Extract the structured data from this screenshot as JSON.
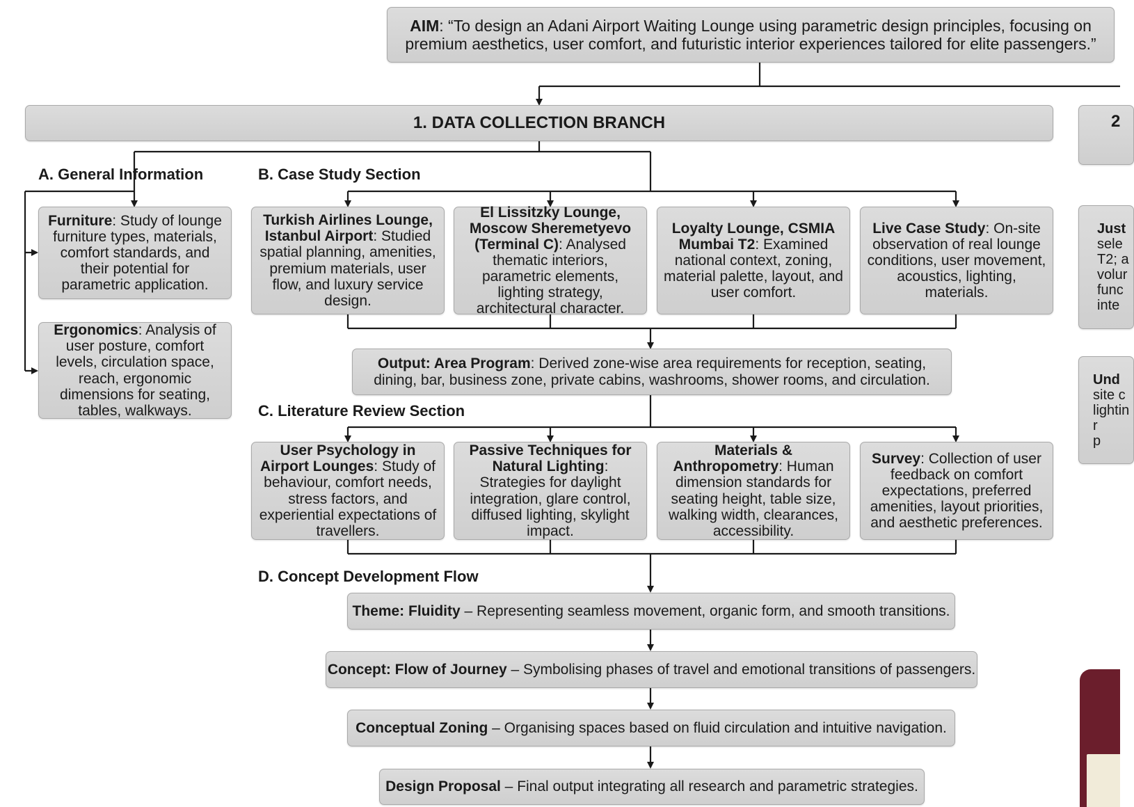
{
  "aim": {
    "lead": "AIM",
    "text": ": “To design an Adani Airport Waiting Lounge using parametric design principles, focusing on premium aesthetics, user comfort, and futuristic interior experiences tailored for elite passengers.”"
  },
  "branch1": {
    "title": "1. DATA COLLECTION BRANCH"
  },
  "branch2": {
    "title_fragment": "2"
  },
  "sections": {
    "a": "A. General Information",
    "b": "B. Case Study Section",
    "c": "C. Literature Review Section",
    "d": "D. Concept Development Flow"
  },
  "general": [
    {
      "lead": "Furniture",
      "text": ": Study of lounge furniture types, materials, comfort standards, and their potential for parametric application."
    },
    {
      "lead": "Ergonomics",
      "text": ": Analysis of user posture, comfort levels, circulation space, reach, ergonomic dimensions for seating, tables, walkways."
    }
  ],
  "case_studies": [
    {
      "lead": "Turkish Airlines Lounge, Istanbul Airport",
      "text": ": Studied spatial planning, amenities, premium materials, user flow, and luxury service design."
    },
    {
      "lead": "El Lissitzky Lounge, Moscow Sheremetyevo (Terminal C)",
      "text": ": Analysed thematic interiors, parametric elements, lighting strategy, architectural character."
    },
    {
      "lead": "Loyalty Lounge, CSMIA Mumbai T2",
      "text": ": Examined national context, zoning, material palette, layout, and user comfort."
    },
    {
      "lead": "Live Case Study",
      "text": ": On-site observation of real lounge conditions, user movement, acoustics, lighting, materials."
    }
  ],
  "output": {
    "lead": "Output: Area Program",
    "text": ": Derived zone-wise area requirements for reception, seating, dining, bar, business zone, private cabins, washrooms, shower rooms, and circulation."
  },
  "literature": [
    {
      "lead": "User Psychology in Airport Lounges",
      "text": ": Study of behaviour, comfort needs, stress factors, and experiential expectations of travellers."
    },
    {
      "lead": "Passive Techniques for Natural Lighting",
      "text": ": Strategies for daylight integration, glare control, diffused lighting, skylight impact."
    },
    {
      "lead": "Materials & Anthropometry",
      "text": ": Human dimension standards for seating height, table size, walking width, clearances, accessibility."
    },
    {
      "lead": "Survey",
      "text": ": Collection of user feedback on comfort expectations, preferred amenities, layout priorities, and aesthetic preferences."
    }
  ],
  "concept_flow": [
    {
      "lead": "Theme: Fluidity",
      "text": " – Representing seamless movement, organic form, and smooth transitions."
    },
    {
      "lead": "Concept: Flow of Journey",
      "text": " – Symbolising phases of travel and emotional transitions of passengers."
    },
    {
      "lead": "Conceptual Zoning",
      "text": " – Organising spaces based on fluid circulation and intuitive navigation."
    },
    {
      "lead": "Design Proposal",
      "text": " – Final output integrating all research and parametric strategies."
    }
  ],
  "right_fragments": {
    "box1": [
      "Just",
      "sele",
      "T2; a",
      "volur",
      "func",
      "inte"
    ],
    "box2": [
      "Und",
      "site c",
      "lightin",
      "r",
      "",
      "p"
    ]
  },
  "colors": {
    "box": "#d6d6d6",
    "border": "#a9a9a9",
    "line": "#1a1a1a",
    "accent": "#6b1e2c"
  }
}
